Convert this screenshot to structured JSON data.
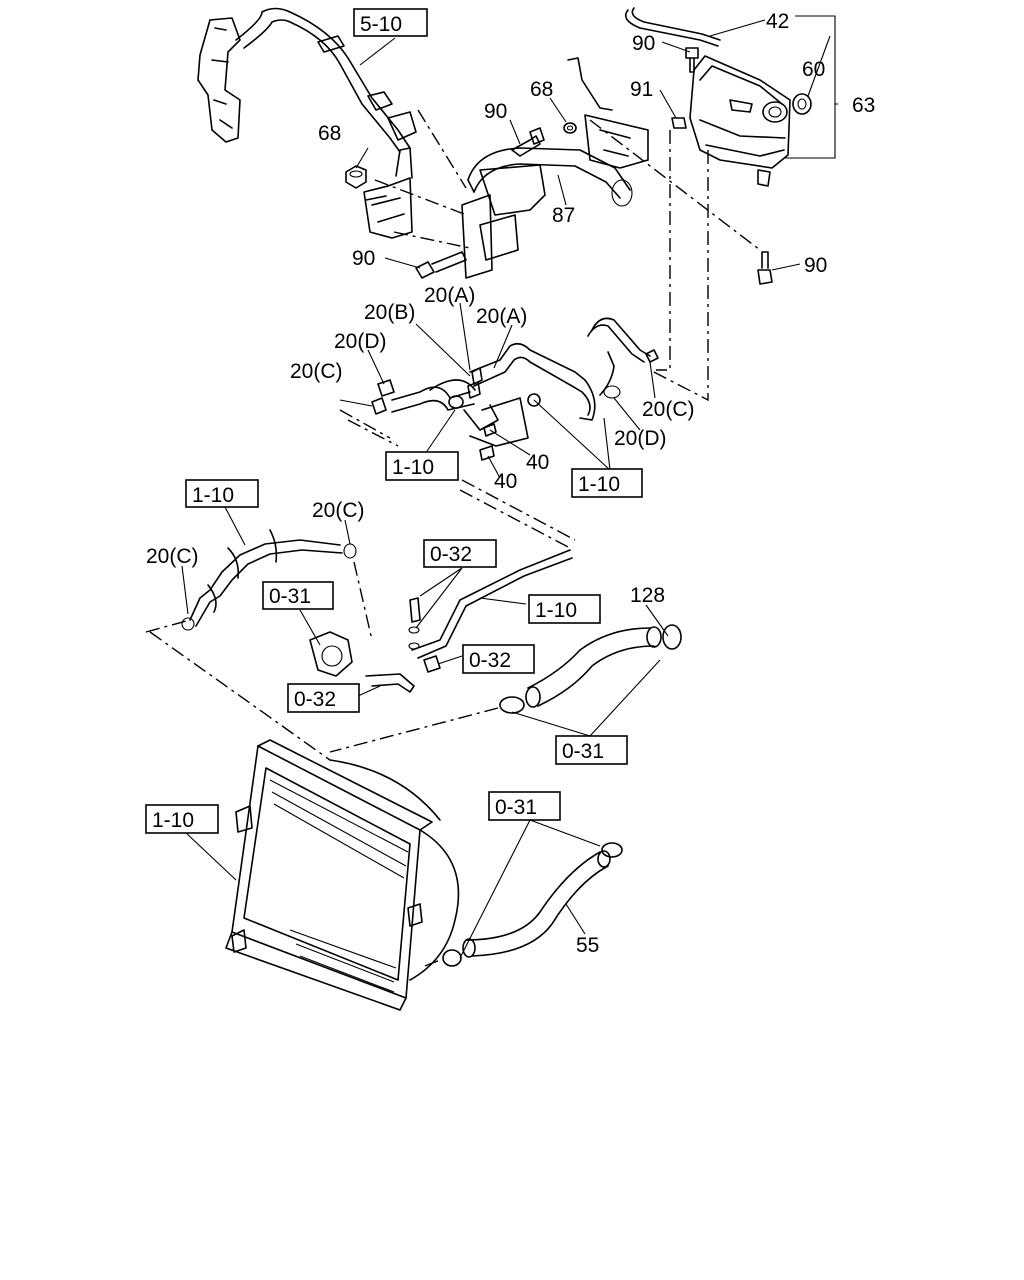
{
  "callouts": [
    {
      "id": "c-5-10",
      "text": "5-10",
      "boxed": true
    },
    {
      "id": "c-42",
      "text": "42",
      "boxed": false
    },
    {
      "id": "c-90-top",
      "text": "90",
      "boxed": false
    },
    {
      "id": "c-60",
      "text": "60",
      "boxed": false
    },
    {
      "id": "c-63",
      "text": "63",
      "boxed": false
    },
    {
      "id": "c-91",
      "text": "91",
      "boxed": false
    },
    {
      "id": "c-68-a",
      "text": "68",
      "boxed": false
    },
    {
      "id": "c-90-b",
      "text": "90",
      "boxed": false
    },
    {
      "id": "c-68-b",
      "text": "68",
      "boxed": false
    },
    {
      "id": "c-87",
      "text": "87",
      "boxed": false
    },
    {
      "id": "c-90-c",
      "text": "90",
      "boxed": false
    },
    {
      "id": "c-90-d",
      "text": "90",
      "boxed": false
    },
    {
      "id": "c-20a-1",
      "text": "20(A)",
      "boxed": false
    },
    {
      "id": "c-20b",
      "text": "20(B)",
      "boxed": false
    },
    {
      "id": "c-20a-2",
      "text": "20(A)",
      "boxed": false
    },
    {
      "id": "c-20d-1",
      "text": "20(D)",
      "boxed": false
    },
    {
      "id": "c-20c-1",
      "text": "20(C)",
      "boxed": false
    },
    {
      "id": "c-20c-2",
      "text": "20(C)",
      "boxed": false
    },
    {
      "id": "c-20d-2",
      "text": "20(D)",
      "boxed": false
    },
    {
      "id": "c-40-a",
      "text": "40",
      "boxed": false
    },
    {
      "id": "c-40-b",
      "text": "40",
      "boxed": false
    },
    {
      "id": "c-1-10-a",
      "text": "1-10",
      "boxed": true
    },
    {
      "id": "c-1-10-b",
      "text": "1-10",
      "boxed": true
    },
    {
      "id": "c-1-10-c",
      "text": "1-10",
      "boxed": true
    },
    {
      "id": "c-20c-3",
      "text": "20(C)",
      "boxed": false
    },
    {
      "id": "c-20c-4",
      "text": "20(C)",
      "boxed": false
    },
    {
      "id": "c-0-32-a",
      "text": "0-32",
      "boxed": true
    },
    {
      "id": "c-0-31-a",
      "text": "0-31",
      "boxed": true
    },
    {
      "id": "c-1-10-d",
      "text": "1-10",
      "boxed": true
    },
    {
      "id": "c-128",
      "text": "128",
      "boxed": false
    },
    {
      "id": "c-0-32-b",
      "text": "0-32",
      "boxed": true
    },
    {
      "id": "c-0-32-c",
      "text": "0-32",
      "boxed": true
    },
    {
      "id": "c-0-31-b",
      "text": "0-31",
      "boxed": true
    },
    {
      "id": "c-1-10-e",
      "text": "1-10",
      "boxed": true
    },
    {
      "id": "c-0-31-c",
      "text": "0-31",
      "boxed": true
    },
    {
      "id": "c-55",
      "text": "55",
      "boxed": false
    }
  ]
}
